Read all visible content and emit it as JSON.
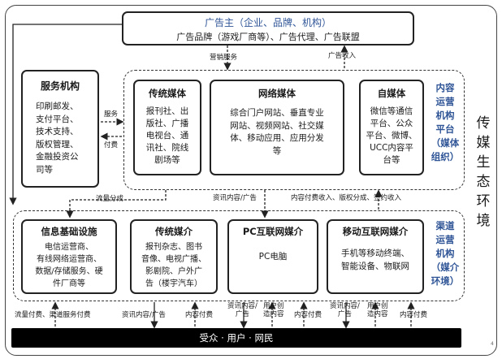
{
  "advertiser": {
    "title": "广告主（企业、品牌、机构）",
    "subtitle": "广告品牌（游戏厂商等）、广告代理、广告联盟"
  },
  "service_org": {
    "title": "服务机构",
    "body": "印刷邮发、\n支付平台、\n技术支持、\n版权管理、\n金融投资公\n司等"
  },
  "operator_platform": {
    "traditional_media": {
      "title": "传统媒体",
      "body": "报刊社、出\n版社、广播\n电视台、通\n讯社、院线\n剧场等"
    },
    "network_media": {
      "title": "网络媒体",
      "body": "综合门户网站、垂直专业\n网站、视频网站、社交媒\n体、移动应用、应用分发\n等"
    },
    "self_media": {
      "title": "自媒体",
      "body": "微信等通信\n平台、公众\n平台、微博、\nUCC内容平\n台等"
    },
    "side_label": "内容\n运营\n机构\n平台\n（媒体\n组织）"
  },
  "channel": {
    "infra": {
      "title": "信息基础设施",
      "body": "电信运营商、\n有线网络运营商、\n数据/存储服务、硬\n件厂商等"
    },
    "traditional_vehicle": {
      "title": "传统媒介",
      "body": "报刊杂志、图书\n音像、电视广播、\n影剧院、户外广\n告（楼宇汽车）"
    },
    "pc_vehicle": {
      "title": "PC互联网媒介",
      "body": "PC电脑"
    },
    "mobile_vehicle": {
      "title": "移动互联网媒介",
      "body": "手机等移动终端、\n智能设备、物联网"
    },
    "side_label": "渠道\n运营\n机构\n（媒介\n环境）"
  },
  "audience": {
    "label": "受众 · 用户 · 网民"
  },
  "ecosystem_label": "传\n媒\n生\n态\n环\n境",
  "arrow_labels": {
    "marketing_service": "营销服务",
    "ad_revenue": "广告收入",
    "service": "服务",
    "pay": "付费",
    "traffic_share": "流量分成",
    "content_ads": "资讯内容/广告",
    "content_fee_income": "内容付费收入、版权分成、签约收入",
    "traffic_fee": "流量付费、渠道服务付费",
    "trad_content_ads": "资讯内容/广告",
    "content_pay_1": "内容付费",
    "pc_content_ads": "资讯内容/\n广告",
    "user_created": "用户创\n造内容",
    "content_pay_2": "内容付费",
    "mobile_content_ads": "资讯内容/\n广告",
    "user_created_2": "用户创\n造内容",
    "content_pay_3": "内容付费"
  },
  "page_number": "4"
}
